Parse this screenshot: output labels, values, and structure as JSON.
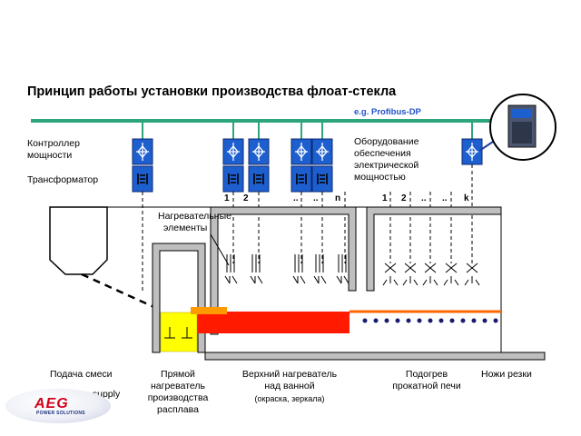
{
  "title": "Принцип работы установки производства флоат-стекла",
  "bus_label": "e.g. Profibus-DP",
  "labels": {
    "controller_line1": "Контроллер",
    "controller_line2": "мощности",
    "transformer": "Трансформатор",
    "equipment_line1": "Оборудование",
    "equipment_line2": "обеспечения",
    "equipment_line3": "электрической",
    "equipment_line4": "мощностью",
    "heating_line1": "Нагревательные",
    "heating_line2": "элементы"
  },
  "zone_numbers_left": [
    "1",
    "2",
    "..",
    "..",
    "n"
  ],
  "zone_numbers_right": [
    "1",
    "2",
    "..",
    "..",
    "k"
  ],
  "bottom_labels": {
    "feed": "Подача смеси",
    "direct_line1": "Прямой",
    "direct_line2": "нагреватель",
    "direct_line3": "производства",
    "direct_line4": "расплава",
    "upper_line1": "Верхний нагреватель",
    "upper_line2": "над ванной",
    "upper_line3": "(окраска, зеркала)",
    "annealing_line1": "Подогрев",
    "annealing_line2": "прокатной печи",
    "cutting": "Ножи резки",
    "bath": "Bath mixture supply"
  },
  "logo": {
    "name": "AEG",
    "subtitle": "POWER SOLUTIONS"
  },
  "colors": {
    "bus": "#2ca67a",
    "module": "#1e5fd0",
    "melt": "#ff1a00",
    "batch": "#ffff00",
    "dots": "#1a1a6e",
    "arrow": "#1f3fa0",
    "furnace_wall": "#bfbfbf"
  }
}
